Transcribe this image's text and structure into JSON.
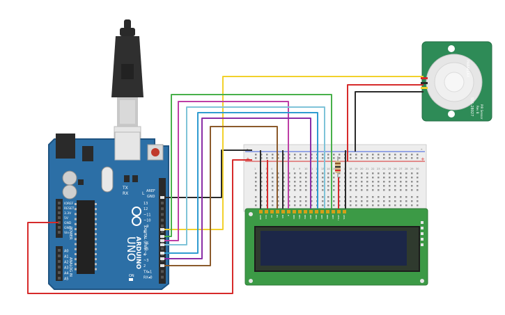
{
  "arduino": {
    "brand": "ARDUINO",
    "model": "UNO",
    "reset_label": "RESET",
    "tx_label": "TX",
    "rx_label": "RX",
    "l_label": "L",
    "on_label": "ON",
    "aref_label": "AREF",
    "gnd_label": "GND",
    "digital_label": "DIGITAL (PWM~)",
    "power_label": "POWER",
    "analog_label": "ANALOG IN",
    "digital_pins": [
      "13",
      "12",
      "~11",
      "~10",
      "~9",
      "8",
      "7",
      "~6",
      "~5",
      "4",
      "~3",
      "2",
      "TX▸1",
      "RX◂0"
    ],
    "power_pins": [
      "IOREF",
      "RESET",
      "3.3V",
      "5V",
      "GND",
      "GND",
      "Vin"
    ],
    "analog_pins": [
      "A0",
      "A1",
      "A2",
      "A3",
      "A4",
      "A5"
    ]
  },
  "pir": {
    "brand": "PARALLAX",
    "part_number": "555-28027",
    "sensor_label": "PIR Sensor",
    "rev_label": "Rev B"
  },
  "breadboard": {
    "plus": "+",
    "minus": "-",
    "columns": [
      "1",
      "2",
      "3",
      "4",
      "5",
      "6",
      "7",
      "8",
      "9",
      "10",
      "11",
      "12",
      "13",
      "14",
      "15",
      "16",
      "17",
      "18",
      "19",
      "20",
      "21",
      "22",
      "23",
      "24",
      "25",
      "26",
      "27",
      "28",
      "29",
      "30"
    ]
  },
  "lcd": {
    "pin_labels": [
      "GND",
      "VCC",
      "V0",
      "RS",
      "RW",
      "E",
      "DB0",
      "DB1",
      "DB2",
      "DB3",
      "DB4",
      "DB5",
      "DB6",
      "DB7",
      "LED+",
      "LED-"
    ]
  },
  "colors": {
    "board": "#2c6fa6",
    "board_dark": "#1f5482",
    "pir_board": "#2e8b57",
    "lcd_board": "#3c9a46",
    "lcd_screen": "#1c2748",
    "wire_red": "#d62a2a",
    "wire_black": "#2a2a2a",
    "wire_yellow": "#f2d12b",
    "wire_green": "#48b04a",
    "wire_magenta": "#bd3ea6",
    "wire_lightblue": "#7ec3d8",
    "wire_blue": "#2f9bd0",
    "wire_purple": "#8a2ea6",
    "wire_brown": "#8b5a2b"
  },
  "icons": [
    "usb-cable-icon",
    "resistor-icon",
    "potentiometer-icon"
  ]
}
